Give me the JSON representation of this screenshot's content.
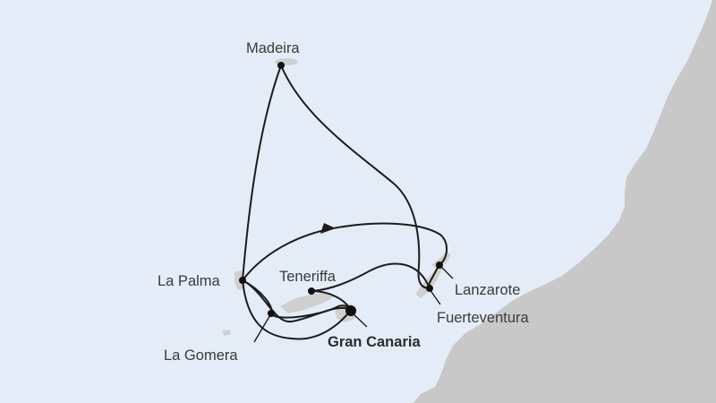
{
  "map": {
    "colors": {
      "sea": "#e4edf7",
      "land": "#c8c8c8",
      "island": "#cfcfcf",
      "route": "#1c1c1c",
      "text": "#3a3a3a"
    },
    "home_port": "Gran Canaria",
    "ports": [
      {
        "id": "madeira",
        "label": "Madeira"
      },
      {
        "id": "la-palma",
        "label": "La Palma"
      },
      {
        "id": "teneriffa",
        "label": "Teneriffa"
      },
      {
        "id": "gran-canaria",
        "label": "Gran Canaria"
      },
      {
        "id": "la-gomera",
        "label": "La Gomera"
      },
      {
        "id": "lanzarote",
        "label": "Lanzarote"
      },
      {
        "id": "fuerteventura",
        "label": "Fuerteventura"
      }
    ]
  }
}
